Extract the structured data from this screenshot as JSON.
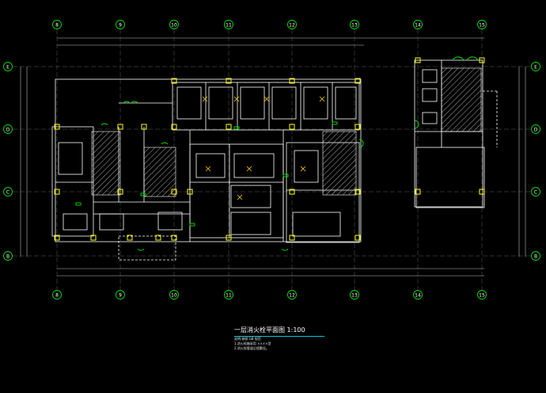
{
  "drawing": {
    "title": "一层消火栓平面图 1:100",
    "notes": [
      "说明:参照 GB 规范",
      "1.消火栓箱采用 ××××型",
      "2.消火栓管道沿墙敷设。"
    ]
  },
  "grid_axes": {
    "columns": [
      "8",
      "9",
      "10",
      "11",
      "12",
      "13",
      "14",
      "15"
    ],
    "rows": [
      "E",
      "D",
      "C",
      "B"
    ]
  },
  "colors": {
    "background": "#000000",
    "walls": "#ffffff",
    "grid_bubble": "#00e000",
    "column": "#ffff00",
    "hatch": "#d0d0d0",
    "title_rule": "#00c8d8",
    "hydrant": "#00e000"
  }
}
